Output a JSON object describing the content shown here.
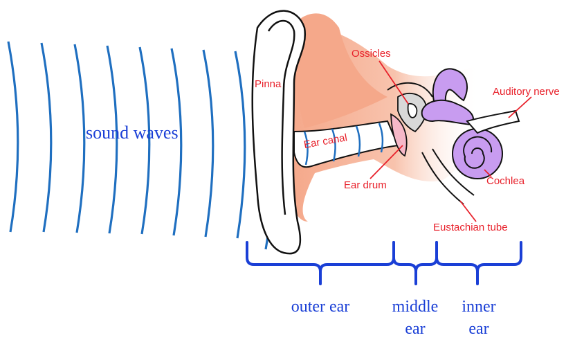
{
  "labels": {
    "sound_waves": "sound waves",
    "pinna": "Pinna",
    "ear_canal": "Ear canal",
    "ossicles": "Ossicles",
    "auditory_nerve": "Auditory nerve",
    "ear_drum": "Ear drum",
    "cochlea": "Cochlea",
    "eustachian_tube": "Eustachian tube"
  },
  "sections": {
    "outer_ear": "outer ear",
    "middle_ear_line1": "middle",
    "middle_ear_line2": "ear",
    "inner_ear_line1": "inner",
    "inner_ear_line2": "ear"
  },
  "colors": {
    "wave": "#1f6fc0",
    "brace": "#1a3fd6",
    "label_red": "#e8202a",
    "skin": "#f5a88a",
    "cochlea": "#c89cf0",
    "outline": "#111111"
  }
}
